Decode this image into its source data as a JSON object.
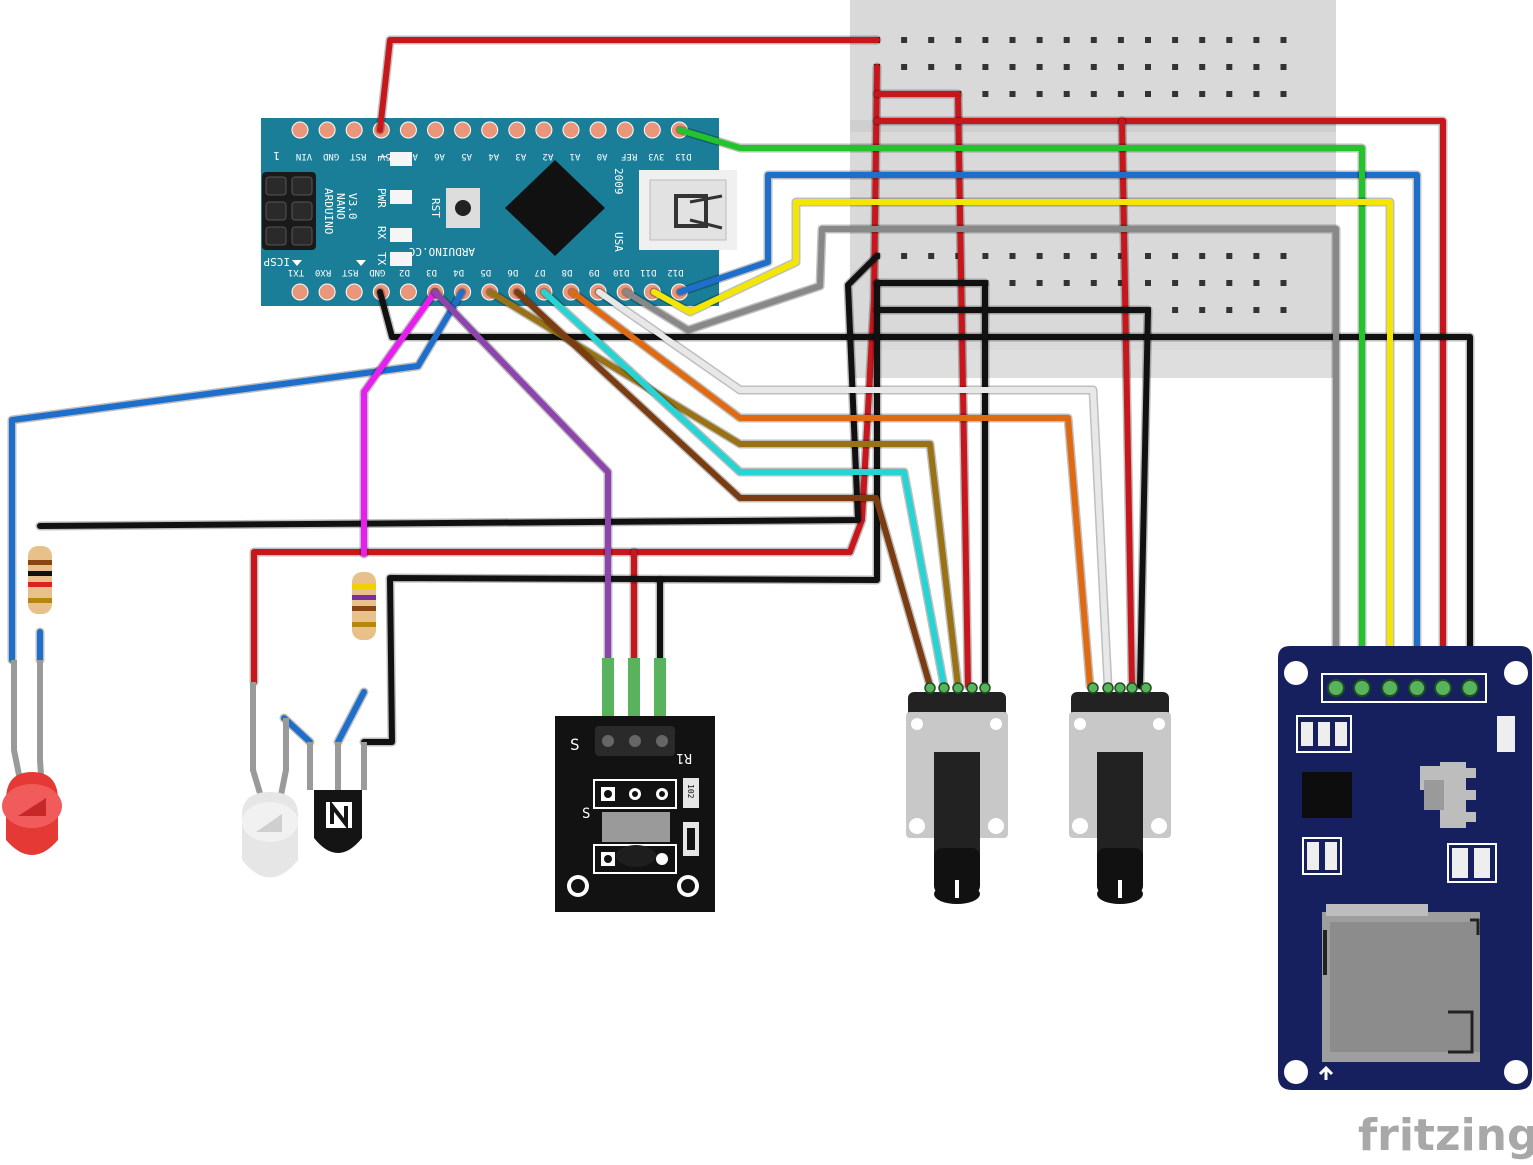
{
  "arduino": {
    "name_lines": [
      "ARDUINO",
      "NANO",
      "V3.0"
    ],
    "brand": "ARDUINO.CC",
    "year": "2009",
    "usa": "USA",
    "icsp": "ICSP",
    "one": "1",
    "rst_button": "RST",
    "leds": [
      "L",
      "PWR",
      "RX",
      "TX"
    ],
    "top_pins": [
      "VIN",
      "GND",
      "RST",
      "5V",
      "A7",
      "A6",
      "A5",
      "A4",
      "A3",
      "A2",
      "A1",
      "A0",
      "REF",
      "3V3",
      "D13"
    ],
    "bottom_pins": [
      "TX1",
      "RX0",
      "RST",
      "GND",
      "D2",
      "D3",
      "D4",
      "D5",
      "D6",
      "D7",
      "D8",
      "D9",
      "D10",
      "D11",
      "D12"
    ]
  },
  "ir_module": {
    "s_top": "S",
    "s_mid": "S",
    "r1": "R1",
    "res": "102"
  },
  "watermark": "fritzing"
}
